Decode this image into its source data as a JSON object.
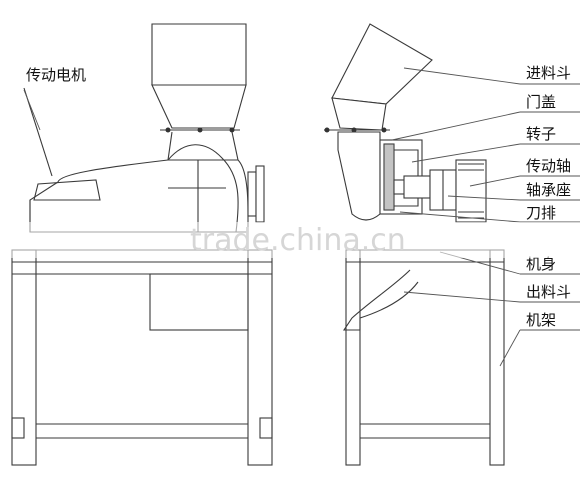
{
  "labels": {
    "motor": "传动电机",
    "hopper": "进料斗",
    "door_cover": "门盖",
    "rotor": "转子",
    "drive_shaft": "传动轴",
    "bearing_seat": "轴承座",
    "blade_row": "刀排",
    "body": "机身",
    "discharge_hopper": "出料斗",
    "frame": "机架"
  },
  "watermark": "trade.china.cn"
}
